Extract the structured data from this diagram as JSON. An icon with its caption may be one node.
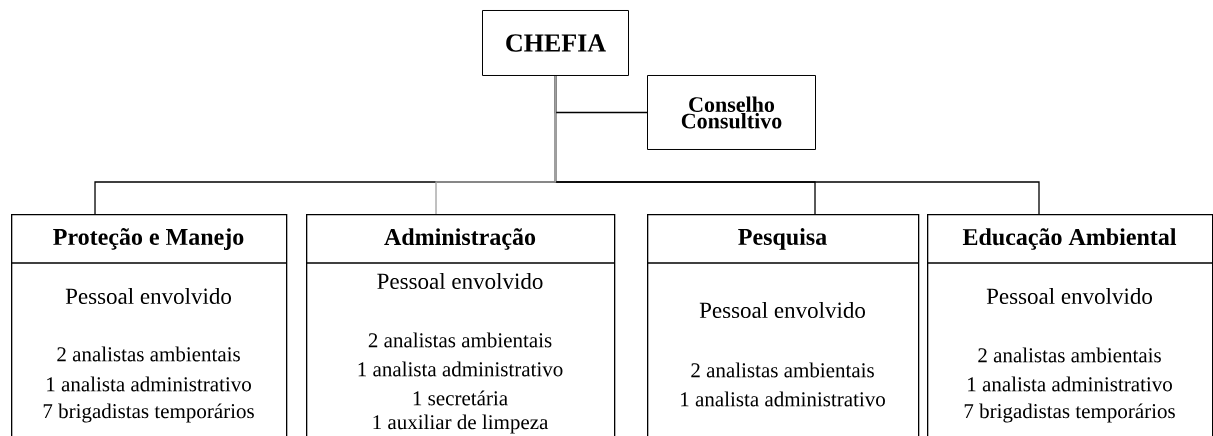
{
  "diagram": {
    "nodes": [
      {
        "text": [
          "CHEFIA"
        ]
      },
      {
        "text": [
          "Conselho Consultivo"
        ]
      },
      {
        "text": [
          "Proteção e Manejo",
          "Pessoal envolvido",
          "2 analistas ambientais",
          "1 analista administrativo",
          "7 brigadistas temporários"
        ]
      },
      {
        "text": [
          "Administração",
          "Pessoal envolvido",
          "2 analistas ambientais",
          "1 analista administrativo",
          "1 secretária",
          "1 auxiliar de limpeza"
        ]
      },
      {
        "text": [
          "Pesquisa",
          "Pessoal envolvido",
          "2 analistas ambientais",
          "1 analista administrativo"
        ]
      },
      {
        "text": [
          "Educação Ambiental",
          "Pessoal envolvido",
          "2 analistas ambientais",
          "1 analista administrativo",
          "7 brigadistas temporários"
        ]
      }
    ],
    "edges": [
      {
        "from": 0,
        "to": 1,
        "arrow": "none"
      },
      {
        "from": 0,
        "to": 2,
        "arrow": "none"
      },
      {
        "from": 0,
        "to": 3,
        "arrow": "none",
        "color": "#a0a0a0"
      },
      {
        "from": 0,
        "to": 4,
        "arrow": "none"
      },
      {
        "from": 0,
        "to": 5,
        "arrow": "none"
      }
    ]
  }
}
